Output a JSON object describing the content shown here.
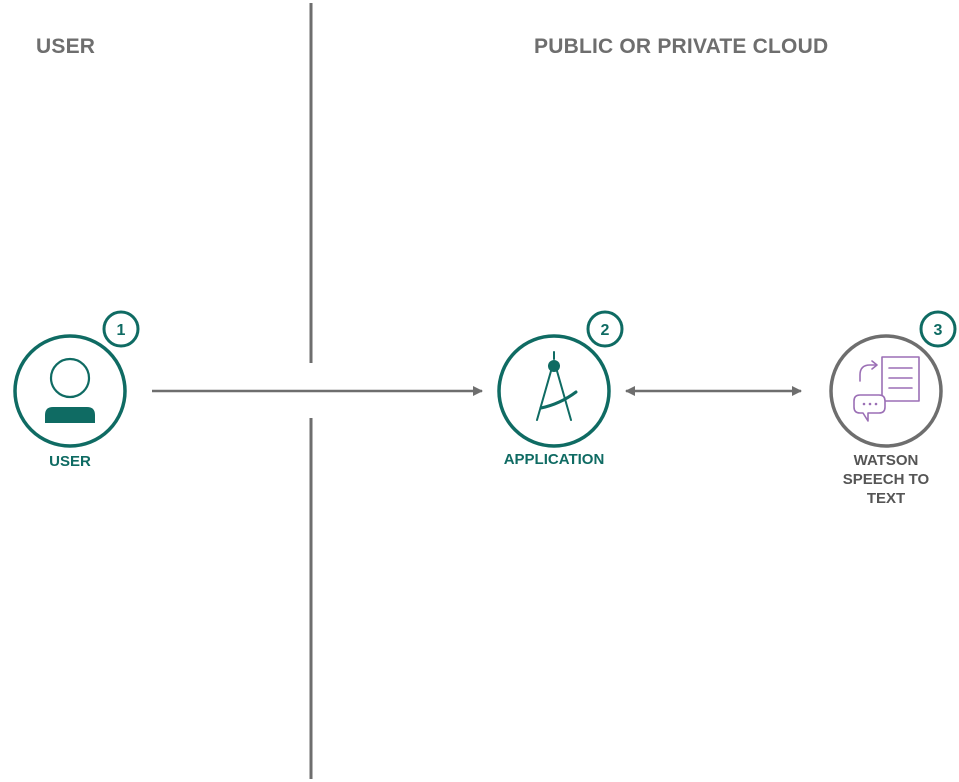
{
  "zones": {
    "left_title": "USER",
    "right_title": "PUBLIC OR PRIVATE CLOUD"
  },
  "nodes": [
    {
      "id": "user",
      "label": "USER",
      "step": "1",
      "icon": "user-icon"
    },
    {
      "id": "application",
      "label": "APPLICATION",
      "step": "2",
      "icon": "drafting-compass-icon"
    },
    {
      "id": "watson",
      "label_lines": [
        "WATSON",
        "SPEECH TO",
        "TEXT"
      ],
      "step": "3",
      "icon": "speech-to-text-icon"
    }
  ],
  "connections": [
    {
      "from": "user",
      "to": "application",
      "direction": "one-way"
    },
    {
      "from": "application",
      "to": "watson",
      "direction": "two-way"
    }
  ],
  "colors": {
    "teal": "#0f6b63",
    "grey": "#6e6e6e",
    "purple": "#9b6fb5",
    "line": "#6e6e6e"
  }
}
